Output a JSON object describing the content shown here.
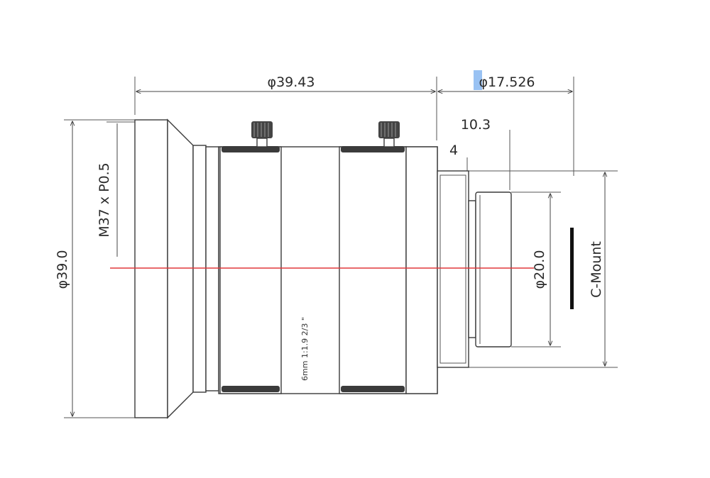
{
  "dimensions": {
    "overall_length": "φ39.43",
    "mount_length": "φ17.526",
    "flange_depth": "10.3",
    "thread_step": "4",
    "outer_diameter": "φ39.0",
    "filter_thread": "M37 x P0.5",
    "mount_diameter": "φ20.0"
  },
  "labels": {
    "mount_type": "C-Mount",
    "lens_spec": "6mm  1:1.9  2/3 \""
  },
  "colors": {
    "optical_axis": "#e0383c",
    "outline": "#3a3a3a",
    "highlight": "#7fb3f0"
  }
}
